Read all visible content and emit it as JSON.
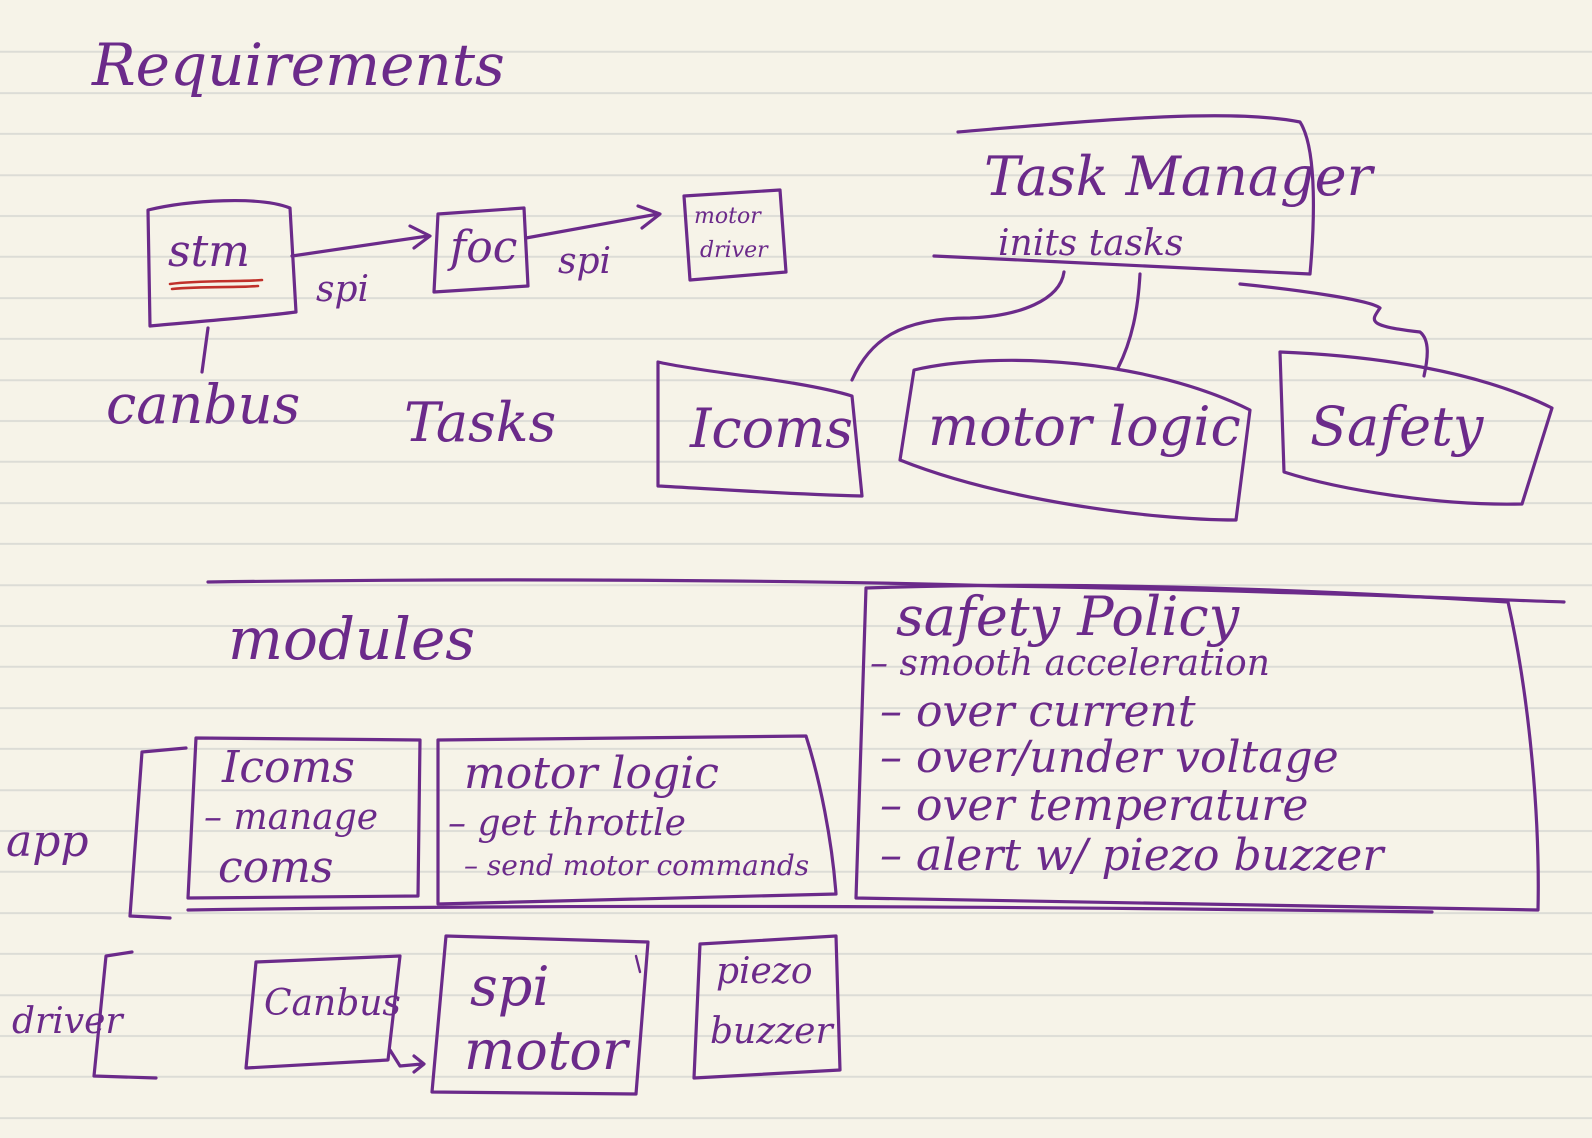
{
  "page": {
    "title": "Requirements",
    "top_diagram": {
      "stm": "stm",
      "foc": "foc",
      "motor_driver_line1": "motor",
      "motor_driver_line2": "driver",
      "spi_label_1": "spi",
      "spi_label_2": "spi",
      "canbus": "canbus",
      "tasks_label": "Tasks",
      "task_manager_line1": "Task Manager",
      "task_manager_line2": "inits tasks",
      "icoms": "Icoms",
      "motor_logic": "motor logic",
      "safety": "Safety"
    },
    "modules_section": {
      "heading": "modules",
      "app_label": "app",
      "driver_label": "driver",
      "icoms_box": {
        "title": "Icoms",
        "line1": "– manage",
        "line2": "coms"
      },
      "motor_logic_box": {
        "title": "motor logic",
        "line1": "– get throttle",
        "line2": "– send motor commands"
      },
      "safety_policy_box": {
        "title": "safety Policy",
        "items": [
          "– smooth acceleration",
          "– over current",
          "– over/under voltage",
          "– over temperature",
          "– alert w/ piezo buzzer"
        ]
      },
      "canbus_box": "Canbus",
      "spi_motor_line1": "spi",
      "spi_motor_line2": "motor",
      "piezo_line1": "piezo",
      "piezo_line2": "buzzer"
    },
    "colors": {
      "ink": "#6b2a8a",
      "accent_underline": "#c0302a",
      "paper": "#f6f3e8",
      "rule_lines": "#dcdcd6"
    }
  }
}
